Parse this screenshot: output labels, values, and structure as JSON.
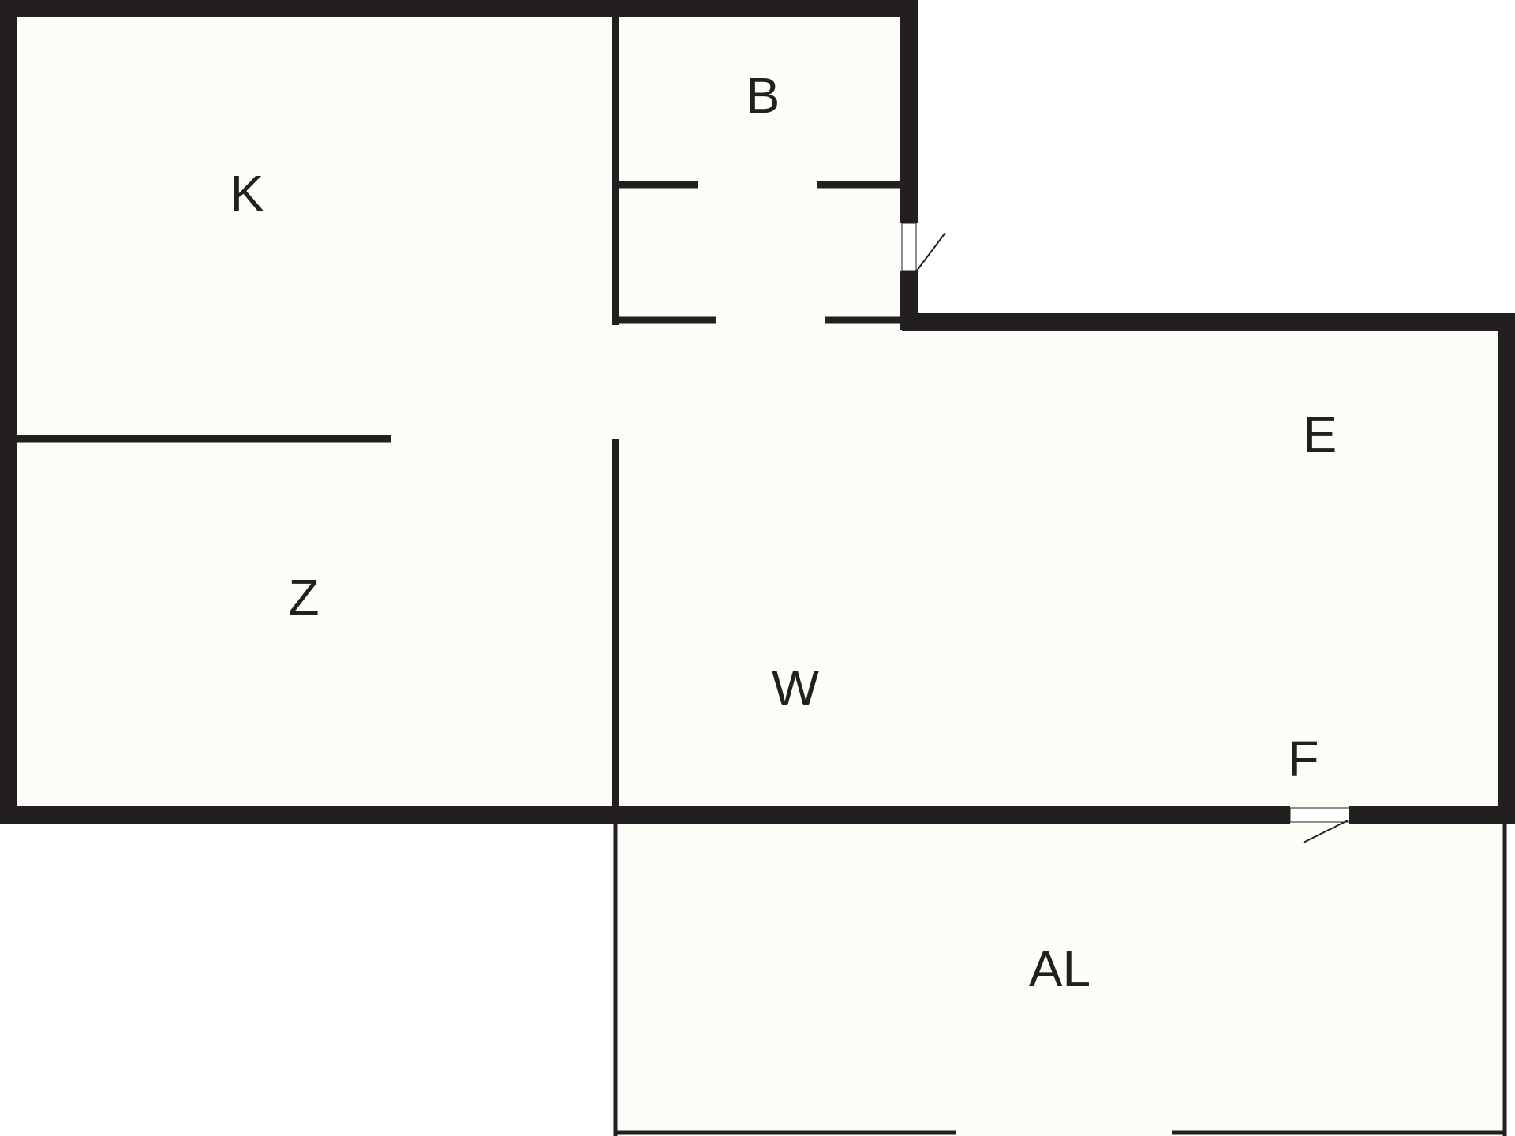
{
  "colors": {
    "wall": "#231f20",
    "floor": "#fdfdf8",
    "background": "#ffffff"
  },
  "labels": {
    "k": "K",
    "b": "B",
    "e": "E",
    "z": "Z",
    "w": "W",
    "f": "F",
    "al": "AL"
  }
}
